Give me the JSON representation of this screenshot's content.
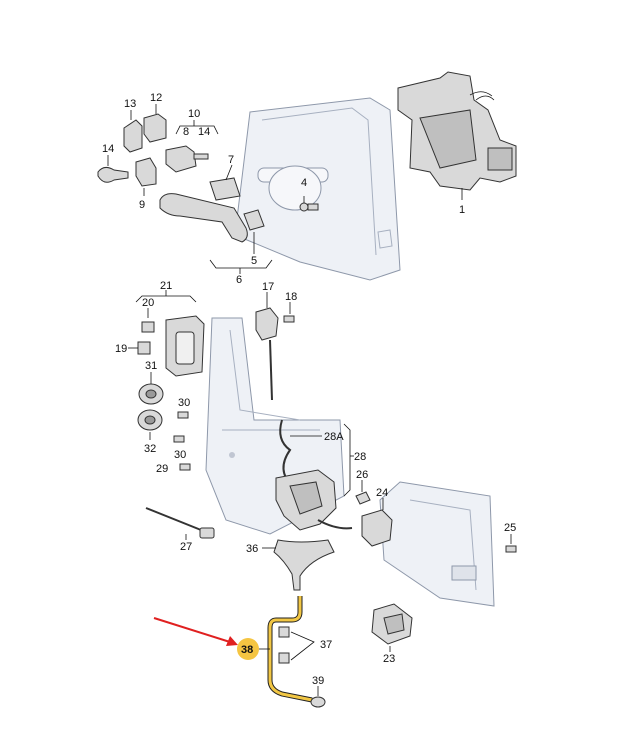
{
  "callouts": {
    "c1": "1",
    "c4": "4",
    "c5": "5",
    "c6": "6",
    "c7": "7",
    "c8": "8",
    "c9": "9",
    "c10": "10",
    "c12": "12",
    "c13": "13",
    "c14a": "14",
    "c14b": "14",
    "c17": "17",
    "c18": "18",
    "c19": "19",
    "c20": "20",
    "c21": "21",
    "c23": "23",
    "c24": "24",
    "c25": "25",
    "c26": "26",
    "c27": "27",
    "c28": "28",
    "c28a": "28A",
    "c29": "29",
    "c30a": "30",
    "c30b": "30",
    "c31": "31",
    "c32": "32",
    "c36": "36",
    "c37": "37",
    "c38": "38",
    "c39": "39"
  },
  "colors": {
    "highlight_badge": "#f5c542",
    "highlight_part": "#f2c744",
    "arrow": "#e02020",
    "line": "#111111",
    "panel": "#eef1f6"
  },
  "highlighted_part": "38"
}
